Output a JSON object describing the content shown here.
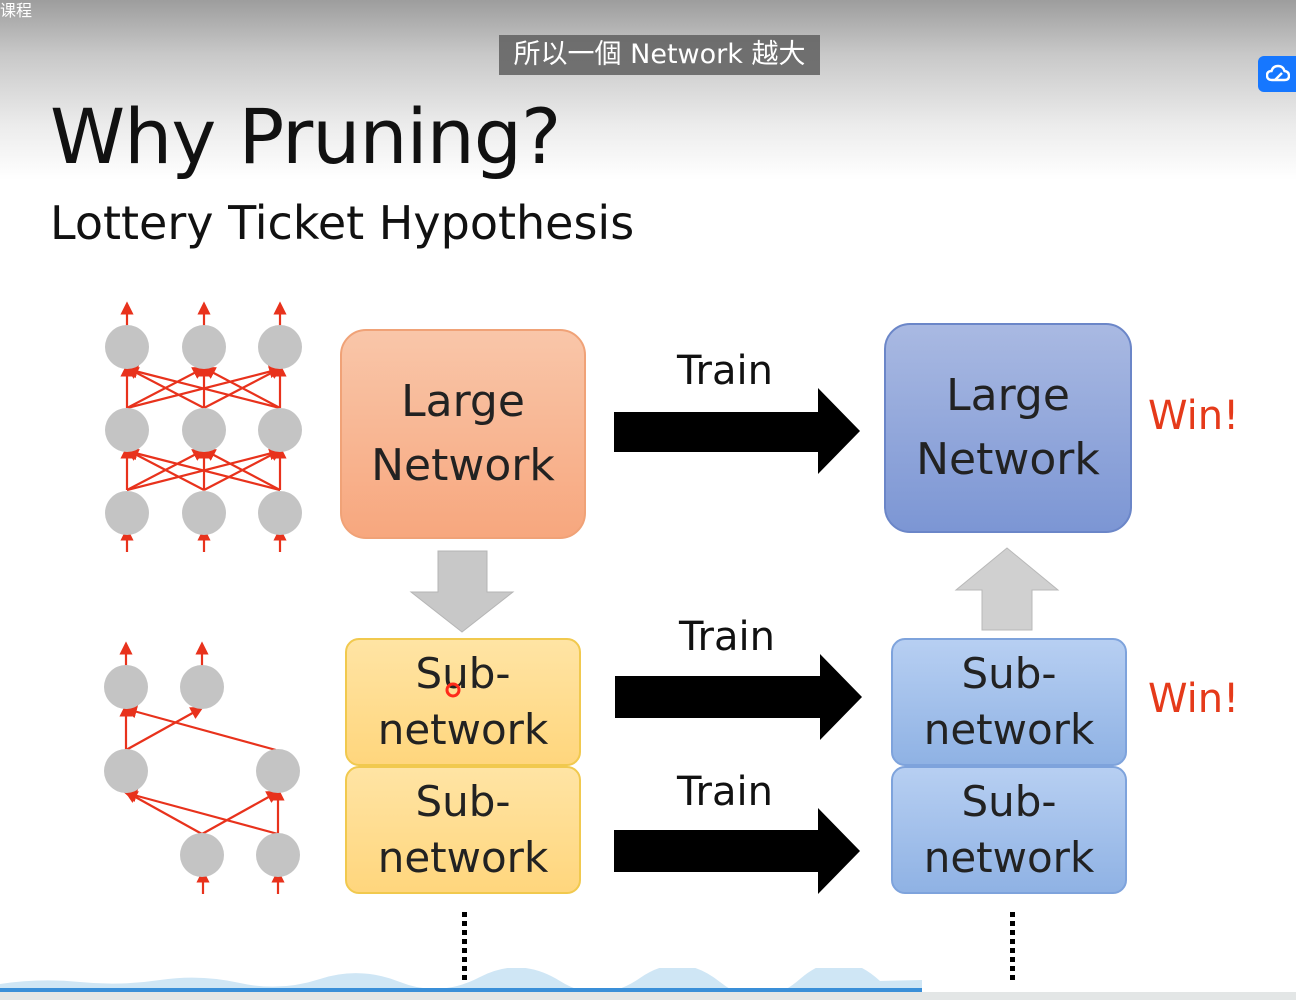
{
  "window": {
    "corner_label": "课程"
  },
  "caption": {
    "text": "所以一個 Network 越大"
  },
  "toolbar": {
    "cloud_button_icon": "cloud-icon"
  },
  "slide": {
    "title": "Why Pruning?",
    "subtitle": "Lottery Ticket Hypothesis",
    "boxes": {
      "large_network_left": "Large\nNetwork",
      "large_network_right": "Large\nNetwork",
      "subnetwork_1_left": "Sub-\nnetwork",
      "subnetwork_2_left": "Sub-\nnetwork",
      "subnetwork_1_right": "Sub-\nnetwork",
      "subnetwork_2_right": "Sub-\nnetwork"
    },
    "arrows": {
      "train_top": "Train",
      "train_middle": "Train",
      "train_bottom": "Train"
    },
    "win_labels": {
      "top": "Win!",
      "bottom": "Win!"
    },
    "colors": {
      "accent_red": "#e53a1a",
      "orange_box": "#f7a77e",
      "blue_box": "#7c96d4",
      "yellow_box": "#ffd67d",
      "light_blue_box": "#8fb2e4"
    }
  },
  "player": {
    "progress_fraction": 0.71
  }
}
